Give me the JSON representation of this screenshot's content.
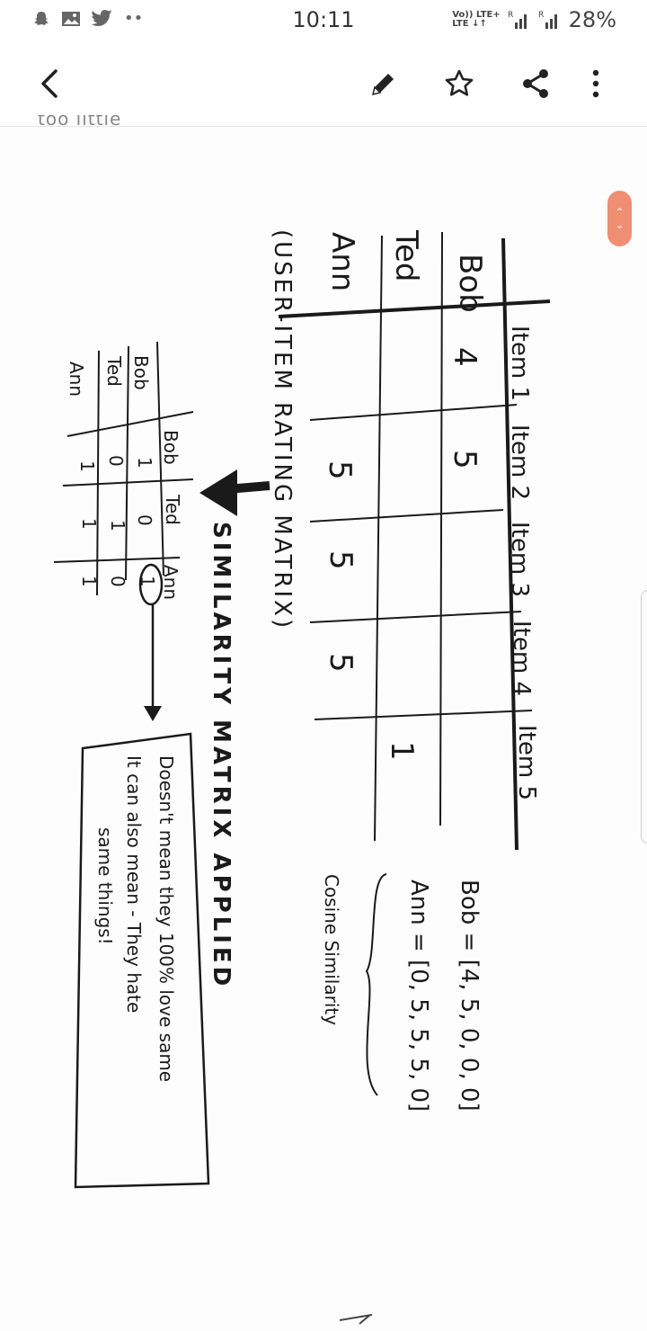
{
  "status_bar": {
    "time": "10:11",
    "network_label_top": "Vo)) LTE+",
    "network_label_bottom": "LTE ↓↑",
    "battery": "28%",
    "left_icons": [
      "snapchat-icon",
      "gallery-icon",
      "twitter-icon",
      "more-dots-icon"
    ]
  },
  "app_bar": {
    "actions": [
      "back-icon",
      "edit-pencil-icon",
      "star-icon",
      "share-icon",
      "more-vert-icon"
    ]
  },
  "note": {
    "partial_top_text": "too little",
    "rating_table": {
      "title": "(USER-ITEM RATING MATRIX)",
      "columns": [
        "Item 1",
        "Item 2",
        "Item 3",
        "Item 4",
        "Item 5"
      ],
      "rows": [
        {
          "name": "Bob",
          "cells": [
            "4",
            "5",
            "",
            "",
            ""
          ]
        },
        {
          "name": "Ted",
          "cells": [
            "",
            "",
            "",
            "",
            "1"
          ]
        },
        {
          "name": "Ann",
          "cells": [
            "",
            "5",
            "5",
            "5",
            ""
          ]
        }
      ]
    },
    "similarity_title": "SIMILARITY MATRIX APPLIED",
    "similarity_table": {
      "columns": [
        "Bob",
        "Ted",
        "Ann"
      ],
      "rows": [
        {
          "name": "Bob",
          "cells": [
            "1",
            "0",
            "1"
          ]
        },
        {
          "name": "Ted",
          "cells": [
            "0",
            "1",
            "0"
          ]
        },
        {
          "name": "Ann",
          "cells": [
            "1",
            "1",
            "1"
          ]
        }
      ]
    },
    "vectors": {
      "bob": "Bob = [4, 5, 0, 0, 0]",
      "ann": "Ann = [0, 5, 5, 5, 0]"
    },
    "cosine_label": "Cosine Similarity",
    "note_box": {
      "line1": "Doesn't mean they 100% love same",
      "line2": "It can also mean - They hate",
      "line3": "same things!"
    }
  }
}
